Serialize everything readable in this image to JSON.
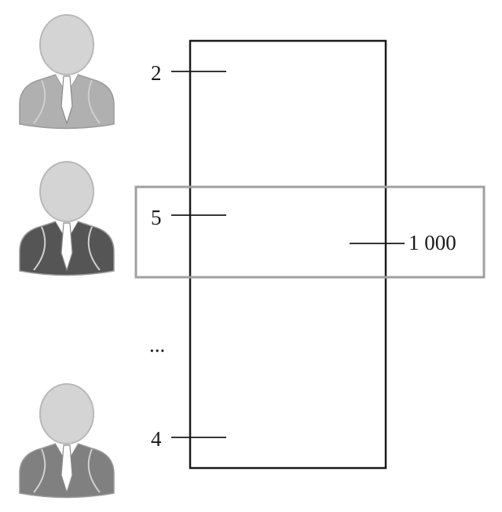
{
  "labels": {
    "top": "2",
    "middle": "5",
    "bottom": "4",
    "right": "1 000",
    "ellipsis": "..."
  },
  "colors": {
    "line": "#1a1a1a",
    "highlight_box": "#a0a0a0",
    "person_top": "#b0b0b0",
    "person_middle": "#555555",
    "person_bottom": "#808080",
    "head": "#d4d4d4",
    "shirt": "#ffffff"
  },
  "icons": [
    "person-icon",
    "person-icon",
    "person-icon"
  ]
}
